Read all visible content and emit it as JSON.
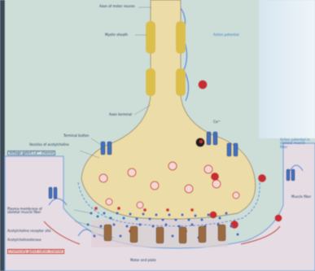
{
  "labels": {
    "axon": "Axon of motor neuron",
    "myelin": "Myelin sheath",
    "action_potential": "Action potential",
    "axon_terminal": "Axon terminal",
    "terminal_button": "Terminal button",
    "vesicles_ach": "Vesicles of acetylcholine",
    "ca_channel": "Voltage-gated Ca²⁺ channel",
    "ca_ion": "Ca²⁺",
    "muscle_ap": "Action potential in skeletal muscle fiber",
    "plasma_membrane": "Plasma membrane of skeletal muscle fiber",
    "ach_receptor": "Acetylcholine receptor site",
    "acetylcholinesterase": "Acetylcholinesterase",
    "chem_gated_channel": "Chemically gated cation channel",
    "motor_end_plate": "Motor end plate",
    "muscle_fiber": "Muscle fiber"
  },
  "colors": {
    "background": "#cfe0ea",
    "terminal_fill": "#ecdca8",
    "myelin_fill": "#dcbe4c",
    "membrane_blue": "#5b8fd6",
    "vesicle_red": "#d03a3c",
    "muscle_fill": "#e9e0e6",
    "receptor_brown": "#9a6a40"
  }
}
